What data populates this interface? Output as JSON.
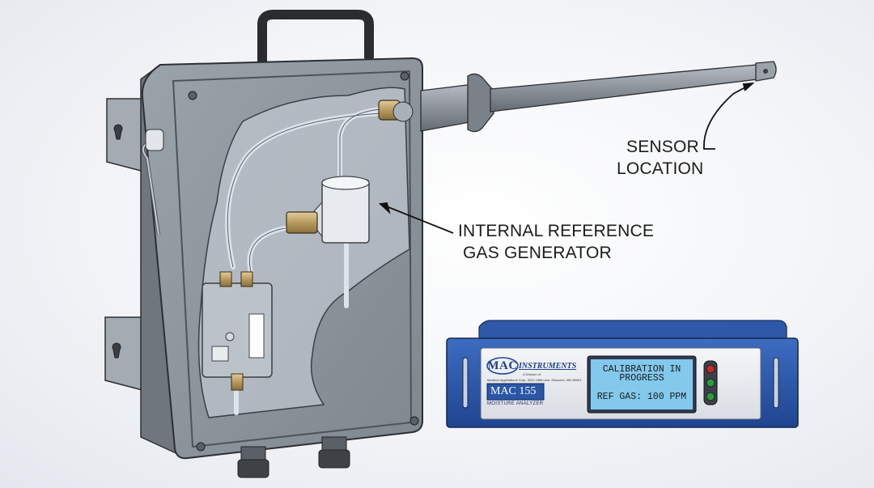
{
  "callouts": {
    "sensor_location": {
      "line1": "SENSOR",
      "line2": "LOCATION"
    },
    "internal_reference": {
      "line1": "INTERNAL REFERENCE",
      "line2": "GAS GENERATOR"
    }
  },
  "rack_unit": {
    "brand": "MAC",
    "brand_suffix": "INSTRUMENTS",
    "brand_tagline": "A Division of",
    "brand_address": "Madison Applications Corp. 3312 180th Ave, Ellsworth, MN 56001",
    "model": "MAC 155",
    "model_subtitle": "MOISTURE ANALYZER",
    "display": {
      "line1": "CALIBRATION IN",
      "line2": "PROGRESS",
      "line3": "REF GAS: 100 PPM"
    },
    "indicator_lights": [
      {
        "name": "red",
        "color": "#c62828"
      },
      {
        "name": "green",
        "color": "#2e9b3a"
      },
      {
        "name": "green",
        "color": "#2e9b3a"
      }
    ]
  },
  "colors": {
    "enclosure": "#8f979f",
    "panel_blue": "#2a56a8",
    "lcd": "#7fc6e8",
    "brand_blue": "#1f3f8f"
  }
}
